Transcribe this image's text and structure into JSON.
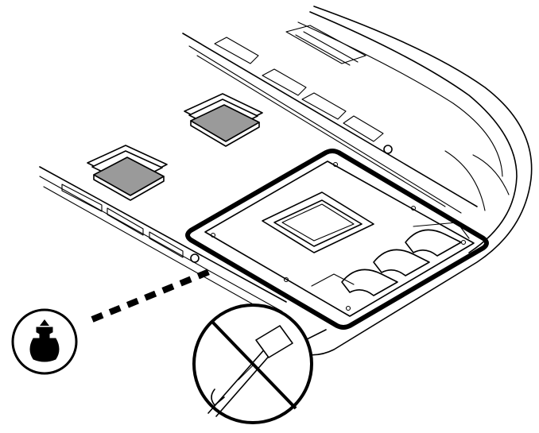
{
  "diagram": {
    "colors": {
      "line": "#000000",
      "pad_fill": "#9a9a9a",
      "background": "#ffffff"
    },
    "icons": {
      "push_rivet": "push-rivet-fastener-icon",
      "prohibited_tool": "no-screwdriver-prying-icon"
    },
    "counts": {
      "adhesive_pads": 2,
      "vent_slots": 4,
      "ribs": 3
    }
  }
}
